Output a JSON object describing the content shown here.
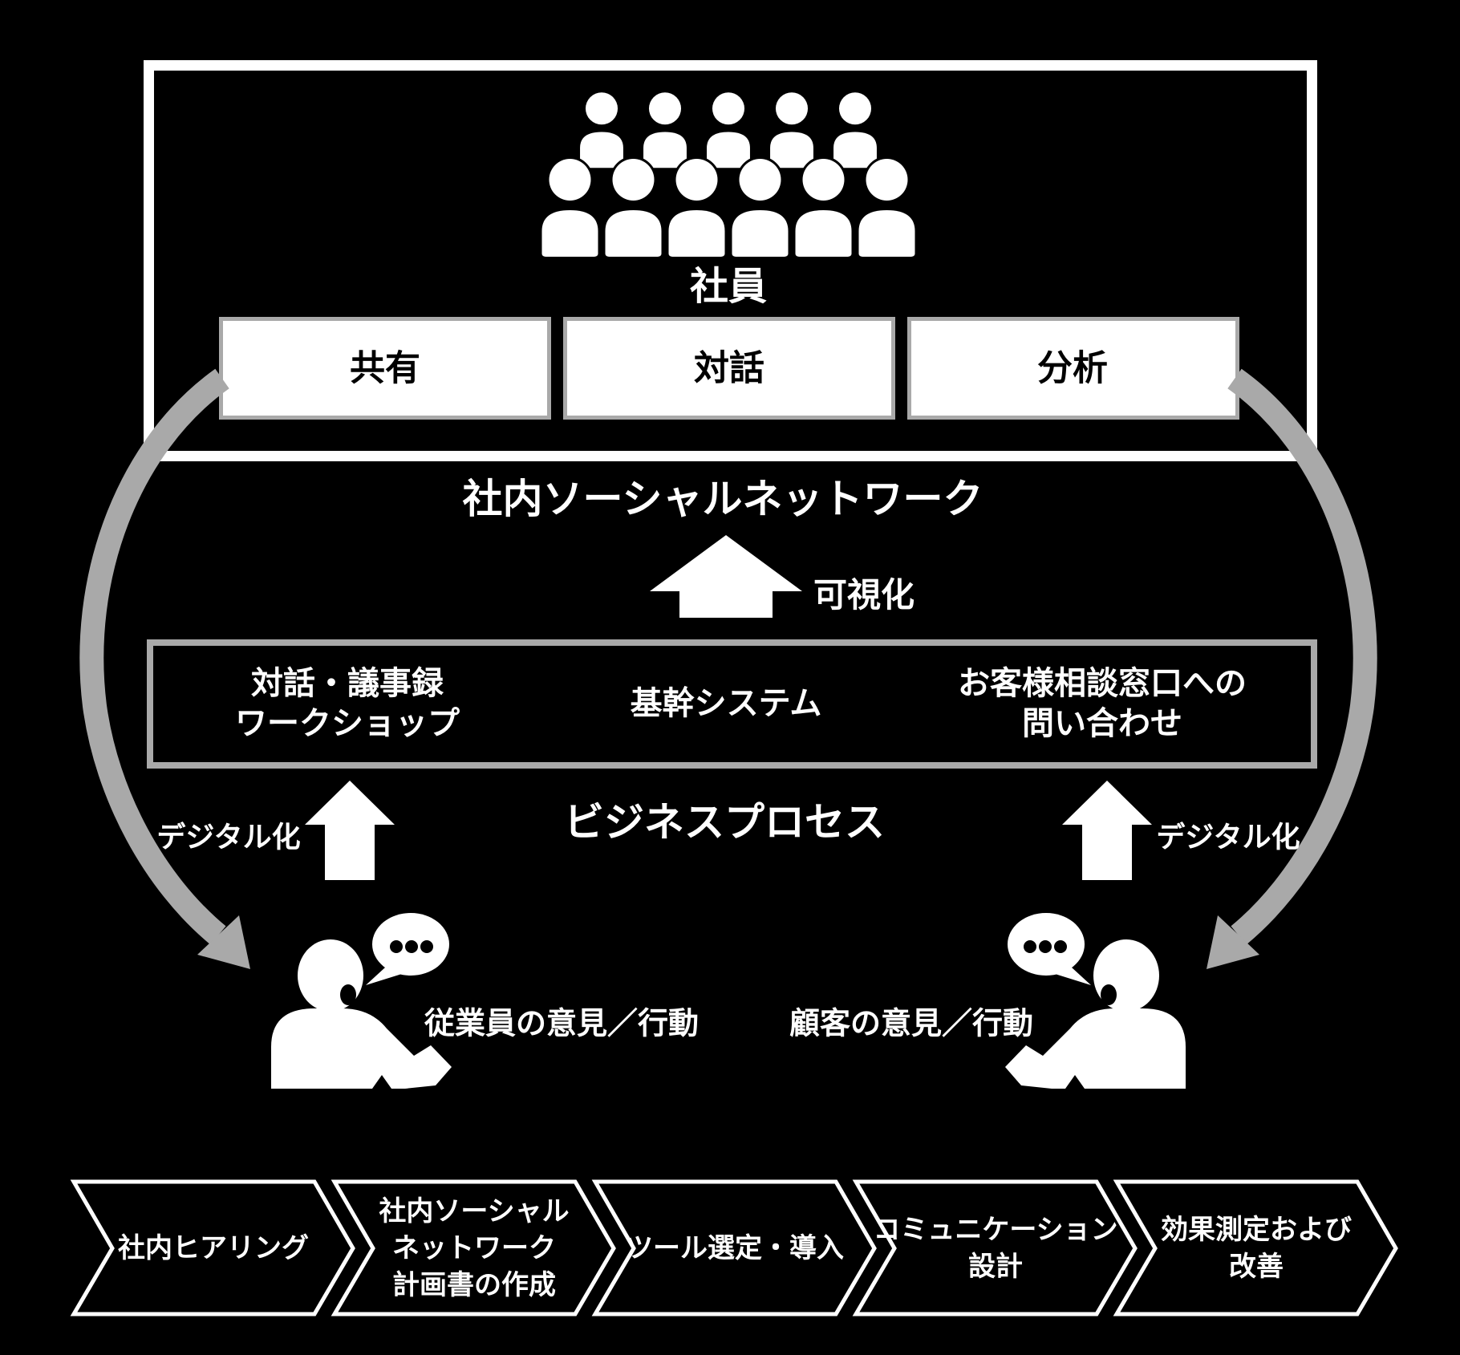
{
  "colors": {
    "background": "#000000",
    "foreground": "#ffffff",
    "accent_gray": "#a9a9a9",
    "channel_box_fill": "#ffffff",
    "channel_box_text": "#000000"
  },
  "employees": {
    "label": "社員",
    "crowd_icon": "people-crowd-icon"
  },
  "channels": [
    {
      "label": "共有"
    },
    {
      "label": "対話"
    },
    {
      "label": "分析"
    }
  ],
  "network": {
    "title": "社内ソーシャルネットワーク",
    "visualization_arrow_label": "可視化"
  },
  "systems": {
    "items": [
      {
        "label": "対話・議事録\nワークショップ"
      },
      {
        "label": "基幹システム"
      },
      {
        "label": "お客様相談窓口への\n問い合わせ"
      }
    ]
  },
  "business_process": {
    "label": "ビジネスプロセス",
    "left_arrow_label": "デジタル化",
    "right_arrow_label": "デジタル化"
  },
  "voices": {
    "employee": "従業員の意見／行動",
    "customer": "顧客の意見／行動"
  },
  "roadmap": {
    "steps": [
      {
        "label": "社内ヒアリング"
      },
      {
        "label": "社内ソーシャル\nネットワーク\n計画書の作成"
      },
      {
        "label": "ツール選定・導入"
      },
      {
        "label": "コミュニケーション\n設計"
      },
      {
        "label": "効果測定および改善"
      }
    ]
  }
}
